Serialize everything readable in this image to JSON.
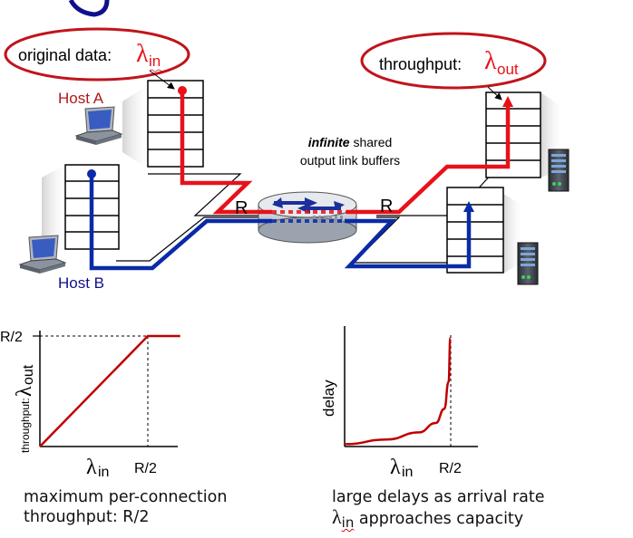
{
  "colors": {
    "red": "#e8111a",
    "blue": "#0a2aa8",
    "ellipse": "#c0141c",
    "dark_red": "#b01818",
    "dark_blue": "#10108a",
    "chart_red": "#c00000"
  },
  "top": {
    "original_data_label": "original data:",
    "lambda_symbol": "λ",
    "in_sub": "in",
    "throughput_label": "throughput:",
    "out_sub": "out",
    "host_a": "Host A",
    "host_b": "Host B",
    "router_infinite": "infinite",
    "router_shared": " shared",
    "router_line2": "output link buffers",
    "link_r_left": "R",
    "link_r_right": "R",
    "icons": [
      "laptop-icon",
      "laptop-icon",
      "server-icon",
      "server-icon",
      "router-icon"
    ]
  },
  "chart_left": {
    "ytick": "R/2",
    "ylabel_prefix": "throughput:",
    "ylabel_symbol": "λ",
    "ylabel_sub": "out",
    "xlabel_symbol": "λ",
    "xlabel_sub": "in",
    "xtick": "R/2",
    "caption_line1": "maximum per-connection",
    "caption_line2": "throughput: R/2"
  },
  "chart_right": {
    "ylabel": "delay",
    "xlabel_symbol": "λ",
    "xlabel_sub": "in",
    "xtick": "R/2",
    "caption_line1": "large delays as arrival rate",
    "caption_line2_symbol": "λ",
    "caption_line2_sub": "in",
    "caption_line2_rest": " approaches capacity"
  },
  "chart_data": [
    {
      "type": "line",
      "xlabel": "λin",
      "ylabel": "throughput: λout",
      "xticks": [
        "R/2"
      ],
      "yticks": [
        "R/2"
      ],
      "series": [
        {
          "x": [
            0,
            0.5,
            0.65
          ],
          "y": [
            0,
            0.5,
            0.5
          ]
        }
      ]
    },
    {
      "type": "line",
      "xlabel": "λin",
      "ylabel": "delay",
      "xticks": [
        "R/2"
      ],
      "asymptote_x": 0.5,
      "series": [
        {
          "x": [
            0,
            0.2,
            0.35,
            0.43,
            0.47,
            0.49,
            0.498
          ],
          "y": [
            0.02,
            0.06,
            0.12,
            0.2,
            0.32,
            0.55,
            0.92
          ]
        }
      ]
    }
  ]
}
